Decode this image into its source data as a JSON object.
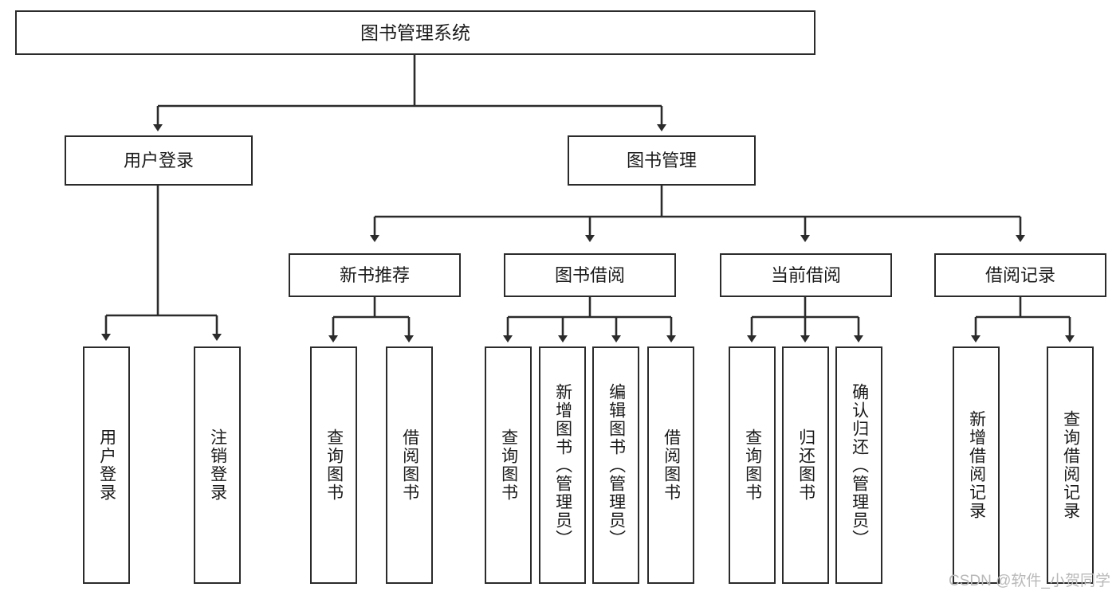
{
  "diagram": {
    "type": "tree-hierarchy",
    "title": "图书管理系统",
    "levels": 4,
    "colors": {
      "node_border": "#2b2b2b",
      "node_fill": "#ffffff",
      "edge": "#2b2b2b",
      "text": "#1a1a1a",
      "watermark": "#b9b9b9",
      "background": "#ffffff"
    },
    "root": {
      "label": "图书管理系统"
    },
    "level2": [
      {
        "id": "user-login",
        "label": "用户登录"
      },
      {
        "id": "book-management",
        "label": "图书管理"
      }
    ],
    "level3": [
      {
        "id": "new-book-recommend",
        "label": "新书推荐",
        "parent": "book-management"
      },
      {
        "id": "book-borrow",
        "label": "图书借阅",
        "parent": "book-management"
      },
      {
        "id": "current-borrow",
        "label": "当前借阅",
        "parent": "book-management"
      },
      {
        "id": "borrow-record",
        "label": "借阅记录",
        "parent": "book-management"
      }
    ],
    "leaves": {
      "user_login": [
        {
          "id": "leaf-user-login",
          "label": "用户登录"
        },
        {
          "id": "leaf-logout",
          "label": "注销登录"
        }
      ],
      "new_book_recommend": [
        {
          "id": "leaf-query-book-1",
          "label": "查询图书"
        },
        {
          "id": "leaf-borrow-book-1",
          "label": "借阅图书"
        }
      ],
      "book_borrow": [
        {
          "id": "leaf-query-book-2",
          "label": "查询图书"
        },
        {
          "id": "leaf-add-book",
          "label": "新增图书（管理员）"
        },
        {
          "id": "leaf-edit-book",
          "label": "编辑图书（管理员）"
        },
        {
          "id": "leaf-borrow-book-2",
          "label": "借阅图书"
        }
      ],
      "current_borrow": [
        {
          "id": "leaf-query-book-3",
          "label": "查询图书"
        },
        {
          "id": "leaf-return-book",
          "label": "归还图书"
        },
        {
          "id": "leaf-confirm-return",
          "label": "确认归还（管理员）"
        }
      ],
      "borrow_record": [
        {
          "id": "leaf-add-record",
          "label": "新增借阅记录"
        },
        {
          "id": "leaf-query-record",
          "label": "查询借阅记录"
        }
      ]
    }
  },
  "watermark": {
    "text": "CSDN @软件_小贺同学"
  }
}
